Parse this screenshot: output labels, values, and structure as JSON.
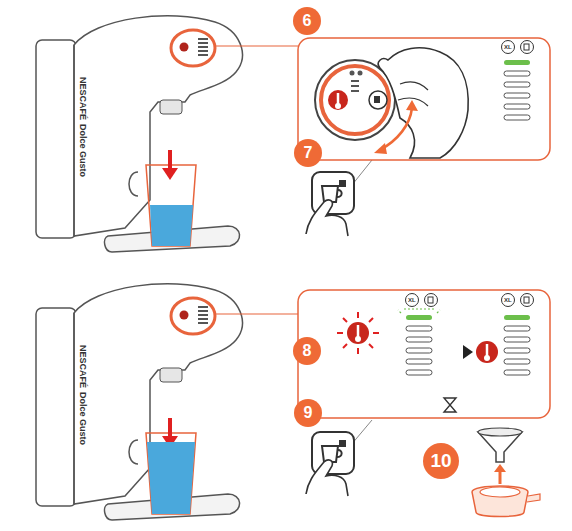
{
  "diagram": {
    "nodes": [
      {
        "text": [
          "6"
        ]
      },
      {
        "text": [
          "7"
        ]
      },
      {
        "text": [
          "8"
        ]
      },
      {
        "text": [
          "9"
        ]
      },
      {
        "text": [
          "10"
        ]
      }
    ],
    "labels": [
      "NESCAFÉ",
      "Dolce Gusto",
      "XL",
      "NESCAFÉ",
      "Dolce Gusto",
      "XL",
      "XL"
    ]
  }
}
